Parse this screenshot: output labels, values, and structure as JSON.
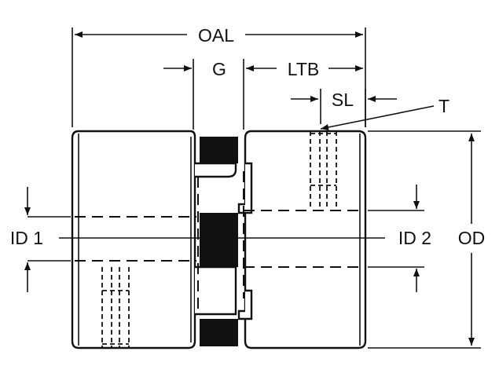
{
  "labels": {
    "oal": "OAL",
    "g": "G",
    "ltb": "LTB",
    "sl": "SL",
    "t": "T",
    "id1": "ID 1",
    "id2": "ID 2",
    "od": "OD"
  },
  "colors": {
    "line": "#111111",
    "background": "#ffffff"
  }
}
